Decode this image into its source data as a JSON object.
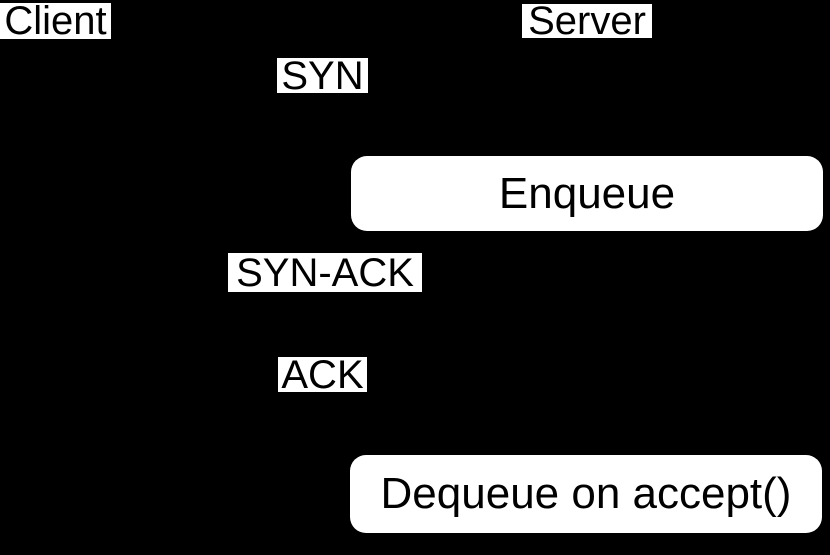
{
  "diagram": {
    "type": "sequence-diagram",
    "subject": "TCP three-way handshake with server accept queue",
    "colors": {
      "background": "#000000",
      "label_background": "#ffffff",
      "label_text": "#000000",
      "box_fill": "#ffffff",
      "box_text": "#000000"
    },
    "actors": [
      {
        "id": "client",
        "label": "Client"
      },
      {
        "id": "server",
        "label": "Server"
      }
    ],
    "messages": [
      {
        "id": "syn",
        "label": "SYN",
        "from": "client",
        "to": "server"
      },
      {
        "id": "syn-ack",
        "label": "SYN-ACK",
        "from": "server",
        "to": "client"
      },
      {
        "id": "ack",
        "label": "ACK",
        "from": "client",
        "to": "server"
      }
    ],
    "actions": [
      {
        "id": "enqueue",
        "label": "Enqueue"
      },
      {
        "id": "dequeue",
        "label": "Dequeue on accept()"
      }
    ]
  }
}
